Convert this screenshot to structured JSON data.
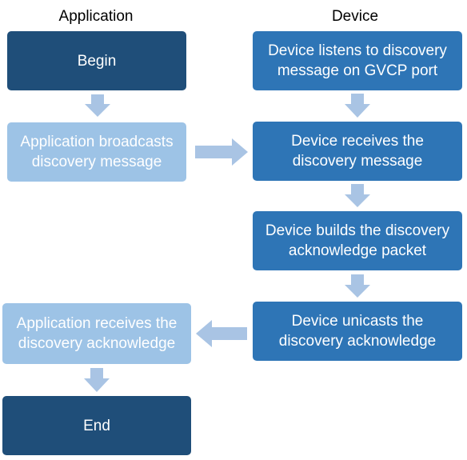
{
  "columns": {
    "application": "Application",
    "device": "Device"
  },
  "application": {
    "begin": "Begin",
    "broadcast": [
      "Application broadcasts",
      "discovery message"
    ],
    "receives_ack": [
      "Application receives the",
      "discovery acknowledge"
    ],
    "end": "End"
  },
  "device": {
    "listens": [
      "Device listens to discovery",
      "message on GVCP port"
    ],
    "receives": [
      "Device receives the",
      "discovery message"
    ],
    "builds": [
      "Device builds the discovery",
      "acknowledge packet"
    ],
    "unicasts": [
      "Device unicasts the",
      "discovery acknowledge"
    ]
  },
  "colors": {
    "dark": "#1f4e79",
    "mid": "#2e75b6",
    "light": "#9dc3e6",
    "arrow": "#a9c4e4"
  }
}
